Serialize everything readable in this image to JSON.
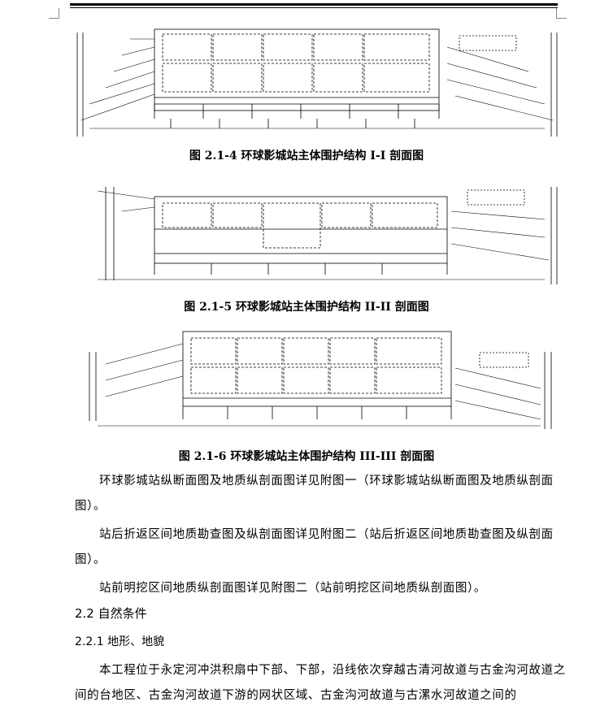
{
  "figures": [
    {
      "caption": "图 2.1-4  环球影城站主体围护结构 I-I 剖面图"
    },
    {
      "caption": "图 2.1-5  环球影城站主体围护结构 II-II 剖面图"
    },
    {
      "caption": "图 2.1-6  环球影城站主体围护结构 III-III 剖面图"
    }
  ],
  "paragraphs": [
    "环球影城站纵断面图及地质纵剖面图详见附图一（环球影城站纵断面图及地质纵剖面图）。",
    "站后折返区间地质勘查图及纵剖面图详见附图二（站后折返区间地质勘查图及纵剖面图）。",
    "站前明挖区间地质纵剖面图详见附图二（站前明挖区间地质纵剖面图）。"
  ],
  "section": {
    "number": "2.2",
    "title": "自然条件"
  },
  "subsection": {
    "number": "2.2.1",
    "title": "地形、地貌"
  },
  "body_text": "本工程位于永定河冲洪积扇中下部、下部，沿线依次穿越古清河故道与古金沟河故道之间的台地区、古金沟河故道下游的网状区域、古金沟河故道与古漯水河故道之间的"
}
